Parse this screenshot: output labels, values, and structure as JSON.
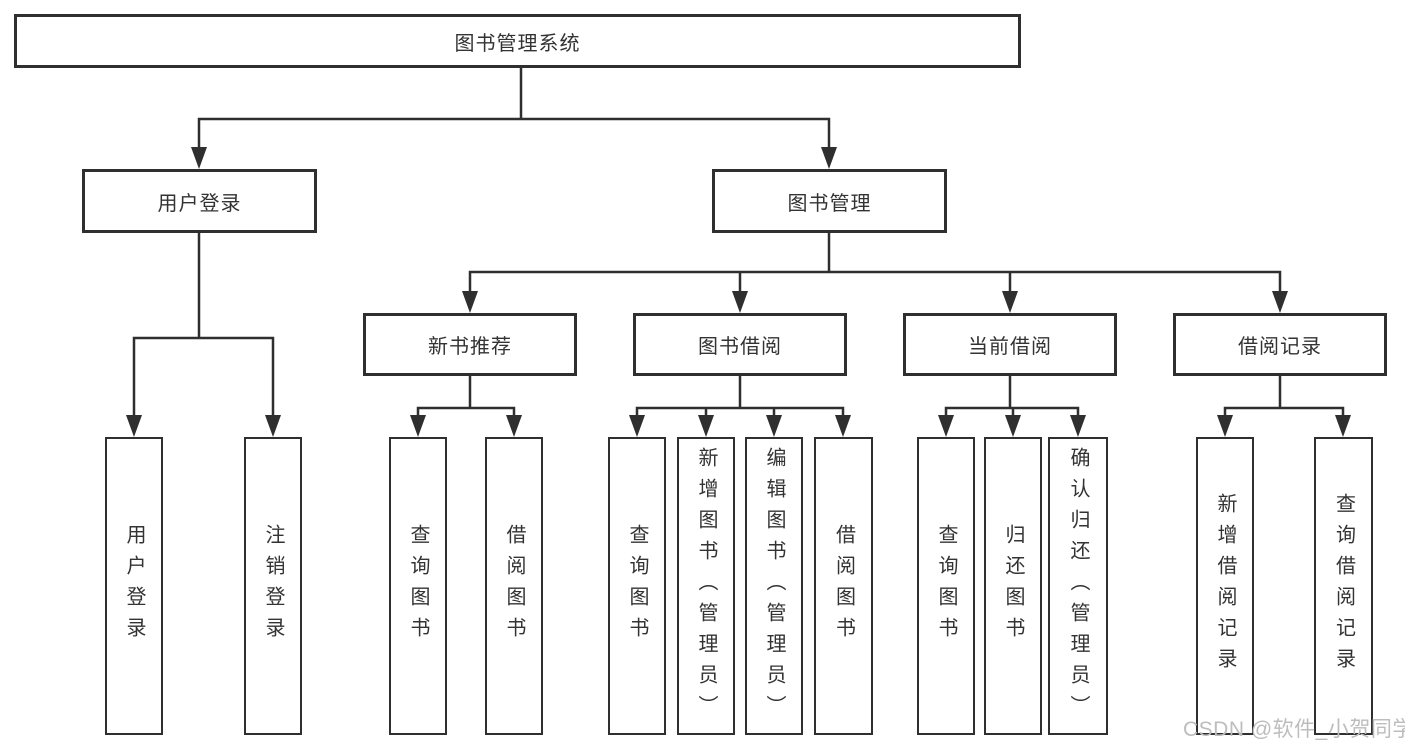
{
  "diagram": {
    "root": {
      "label": "图书管理系统",
      "children": [
        {
          "label": "用户登录",
          "children": [
            {
              "label": "用户登录"
            },
            {
              "label": "注销登录"
            }
          ]
        },
        {
          "label": "图书管理",
          "children": [
            {
              "label": "新书推荐",
              "children": [
                {
                  "label": "查询图书"
                },
                {
                  "label": "借阅图书"
                }
              ]
            },
            {
              "label": "图书借阅",
              "children": [
                {
                  "label": "查询图书"
                },
                {
                  "label": "新增图书（管理员）"
                },
                {
                  "label": "编辑图书（管理员）"
                },
                {
                  "label": "借阅图书"
                }
              ]
            },
            {
              "label": "当前借阅",
              "children": [
                {
                  "label": "查询图书"
                },
                {
                  "label": "归还图书"
                },
                {
                  "label": "确认归还（管理员）"
                }
              ]
            },
            {
              "label": "借阅记录",
              "children": [
                {
                  "label": "新增借阅记录"
                },
                {
                  "label": "查询借阅记录"
                }
              ]
            }
          ]
        }
      ]
    }
  },
  "watermark": {
    "text": "CSDN @软件_小贺同学"
  },
  "colors": {
    "line": "#2f2f2f",
    "text": "#333333",
    "watermark": "#bdbdbd",
    "bg": "#ffffff"
  }
}
